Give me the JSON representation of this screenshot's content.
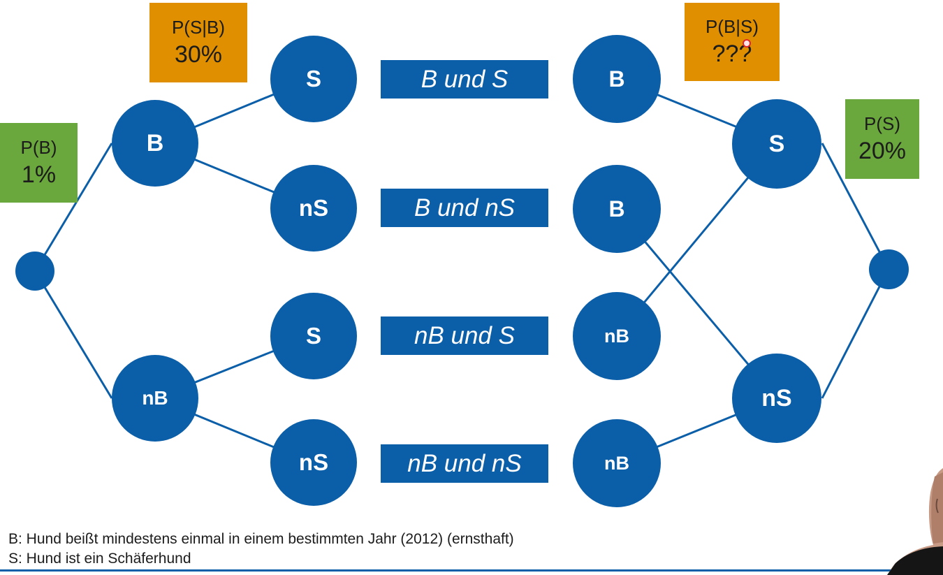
{
  "tree": {
    "left": {
      "p_b": {
        "label": "P(B)",
        "value": "1%"
      },
      "p_s_given_b": {
        "label": "P(S|B)",
        "value": "30%"
      },
      "node_b": "B",
      "node_nb": "nB",
      "leaf_1": "S",
      "leaf_2": "nS",
      "leaf_3": "S",
      "leaf_4": "nS"
    },
    "middle": [
      "B und S",
      "B und nS",
      "nB und S",
      "nB und nS"
    ],
    "right": {
      "p_b_given_s": {
        "label": "P(B|S)",
        "value": "???"
      },
      "p_s": {
        "label": "P(S)",
        "value": "20%"
      },
      "leaf_1": "B",
      "leaf_2": "B",
      "leaf_3": "nB",
      "leaf_4": "nB",
      "node_s": "S",
      "node_ns": "nS"
    }
  },
  "legend": {
    "b_definition": "B: Hund beißt mindestens einmal in einem bestimmten Jahr (2012) (ernsthaft)",
    "s_definition": "S: Hund ist ein Schäferhund"
  },
  "colors": {
    "node_blue": "#0b5ea8",
    "conditional_box": "#df8f00",
    "prior_box": "#6aa73c"
  }
}
